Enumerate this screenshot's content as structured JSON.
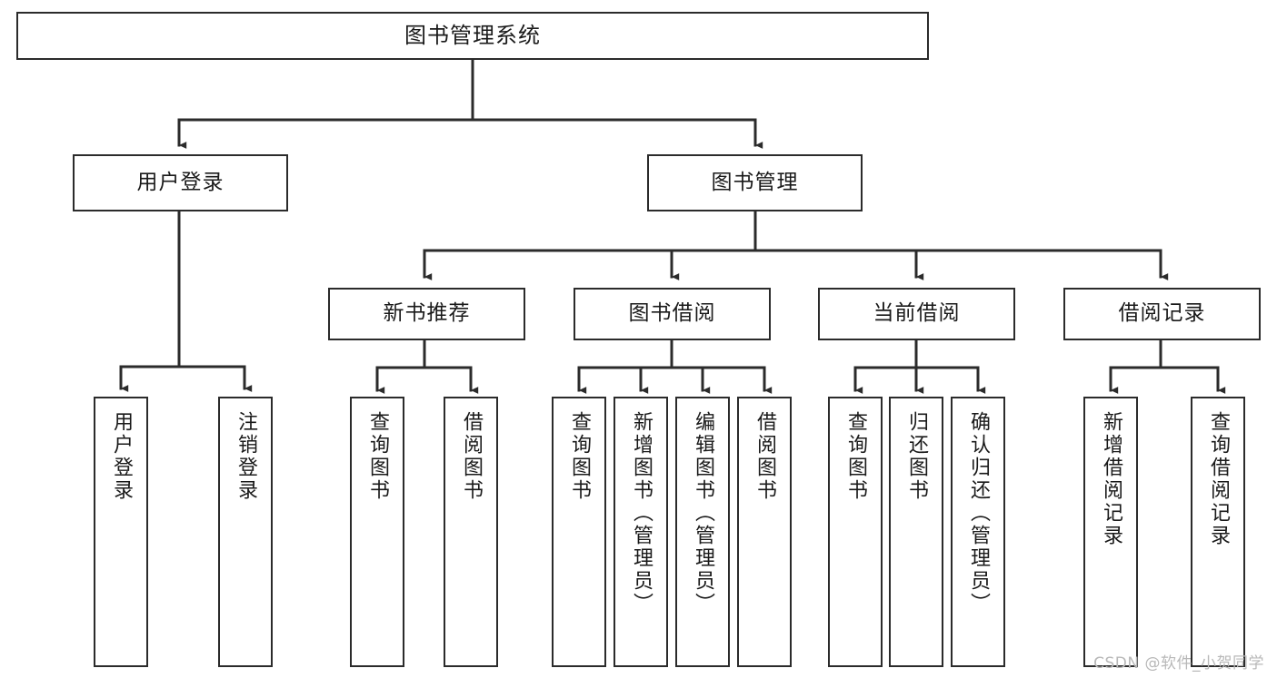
{
  "diagram": {
    "title": "图书管理系统",
    "type": "tree",
    "watermark": "CSDN @软件_小贺同学",
    "colors": {
      "box_border": "#2b2b2b",
      "box_fill": "#ffffff",
      "connector": "#2b2b2b",
      "background": "#ffffff",
      "watermark": "#b8b8b8"
    },
    "levels": [
      {
        "level": 1,
        "nodes": [
          {
            "id": "root",
            "label": "图书管理系统",
            "orientation": "horizontal"
          }
        ]
      },
      {
        "level": 2,
        "nodes": [
          {
            "id": "login",
            "label": "用户登录",
            "orientation": "horizontal",
            "parent": "root"
          },
          {
            "id": "bookmgmt",
            "label": "图书管理",
            "orientation": "horizontal",
            "parent": "root"
          }
        ]
      },
      {
        "level": 3,
        "nodes": [
          {
            "id": "newbook",
            "label": "新书推荐",
            "orientation": "horizontal",
            "parent": "bookmgmt"
          },
          {
            "id": "borrow",
            "label": "图书借阅",
            "orientation": "horizontal",
            "parent": "bookmgmt"
          },
          {
            "id": "current",
            "label": "当前借阅",
            "orientation": "horizontal",
            "parent": "bookmgmt"
          },
          {
            "id": "records",
            "label": "借阅记录",
            "orientation": "horizontal",
            "parent": "bookmgmt"
          }
        ]
      },
      {
        "level": 4,
        "nodes": [
          {
            "id": "leaf1",
            "label": "用户登录",
            "orientation": "vertical",
            "parent": "login"
          },
          {
            "id": "leaf2",
            "label": "注销登录",
            "orientation": "vertical",
            "parent": "login"
          },
          {
            "id": "leaf3",
            "label": "查询图书",
            "orientation": "vertical",
            "parent": "newbook"
          },
          {
            "id": "leaf4",
            "label": "借阅图书",
            "orientation": "vertical",
            "parent": "newbook"
          },
          {
            "id": "leaf5",
            "label": "查询图书",
            "orientation": "vertical",
            "parent": "borrow"
          },
          {
            "id": "leaf6",
            "label": "新增图书（管理员）",
            "orientation": "vertical",
            "parent": "borrow"
          },
          {
            "id": "leaf7",
            "label": "编辑图书（管理员）",
            "orientation": "vertical",
            "parent": "borrow"
          },
          {
            "id": "leaf8",
            "label": "借阅图书",
            "orientation": "vertical",
            "parent": "borrow"
          },
          {
            "id": "leaf9",
            "label": "查询图书",
            "orientation": "vertical",
            "parent": "current"
          },
          {
            "id": "leaf10",
            "label": "归还图书",
            "orientation": "vertical",
            "parent": "current"
          },
          {
            "id": "leaf11",
            "label": "确认归还（管理员）",
            "orientation": "vertical",
            "parent": "current"
          },
          {
            "id": "leaf12",
            "label": "新增借阅记录",
            "orientation": "vertical",
            "parent": "records"
          },
          {
            "id": "leaf13",
            "label": "查询借阅记录",
            "orientation": "vertical",
            "parent": "records"
          }
        ]
      }
    ]
  }
}
